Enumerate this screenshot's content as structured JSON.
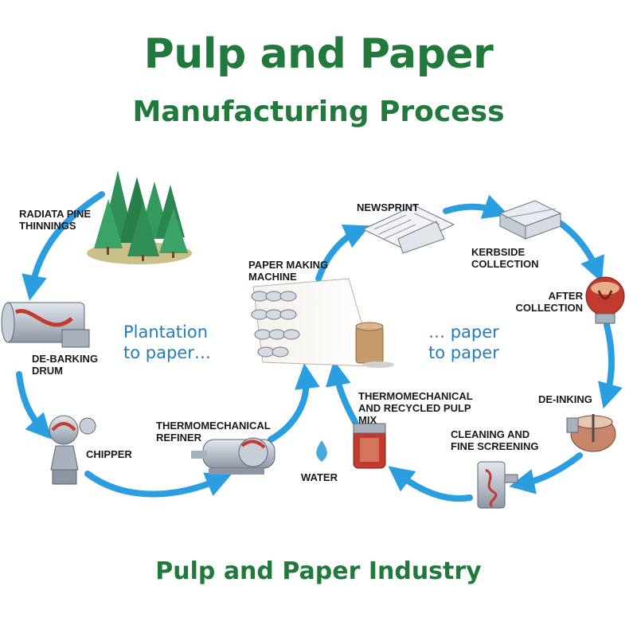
{
  "header": {
    "title": "Pulp and Paper",
    "subtitle": "Manufacturing Process"
  },
  "footer": {
    "title": "Pulp and Paper Industry"
  },
  "loops": {
    "left": "Plantation\nto paper…",
    "right": "… paper\nto paper"
  },
  "stages": {
    "pine": "RADIATA PINE\nTHINNINGS",
    "drum": "DE-BARKING\nDRUM",
    "chipper": "CHIPPER",
    "refiner": "THERMOMECHANICAL\nREFINER",
    "water": "WATER",
    "machine": "PAPER MAKING\nMACHINE",
    "newsprint": "NEWSPRINT",
    "kerbside": "KERBSIDE\nCOLLECTION",
    "after": "AFTER\nCOLLECTION",
    "deinking": "DE-INKING",
    "cleaning": "CLEANING AND\nFINE SCREENING",
    "mix": "THERMOMECHANICAL\nAND RECYCLED PULP\nMIX"
  },
  "colors": {
    "title_green": "#217a3c",
    "arrow_blue": "#2b9ee0",
    "loop_text_blue": "#1d7fbf",
    "tree_green": "#2f8f56"
  }
}
